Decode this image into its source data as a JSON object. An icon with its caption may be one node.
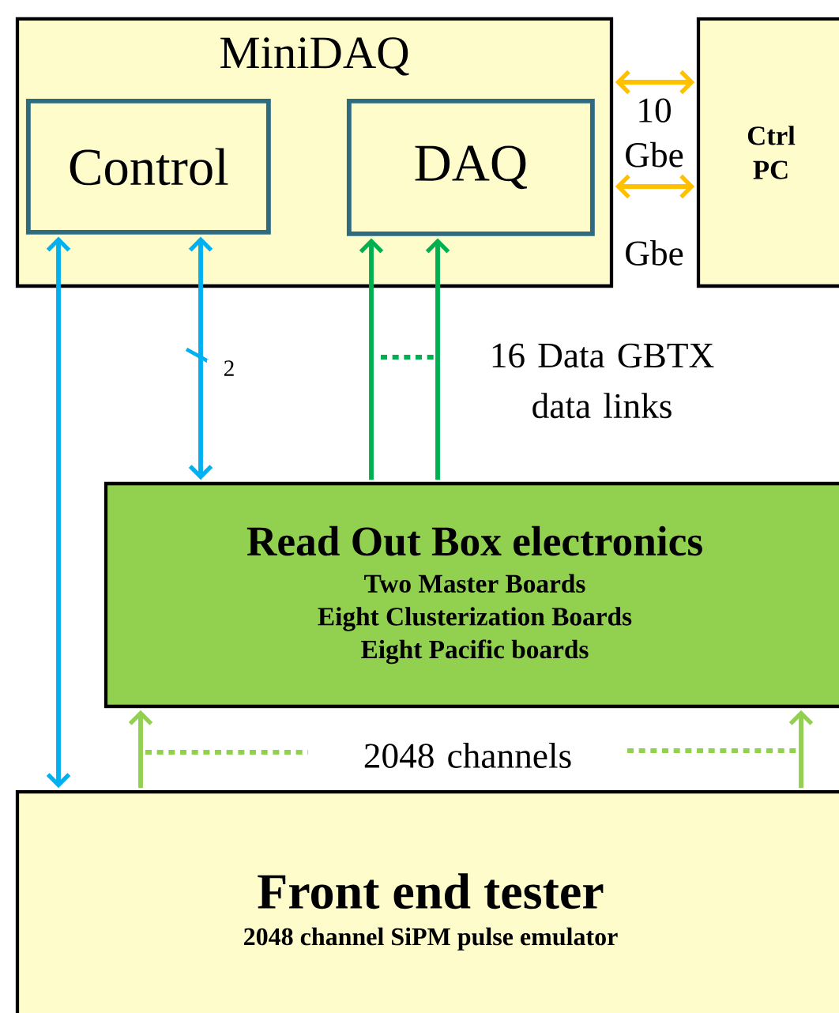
{
  "diagram": {
    "nodes": [
      {
        "text": [
          "MiniDAQ"
        ]
      },
      {
        "text": [
          "Control"
        ],
        "in": 0
      },
      {
        "text": [
          "DAQ"
        ],
        "in": 0
      },
      {
        "text": [
          "Ctrl PC"
        ]
      },
      {
        "text": [
          "Read Out Box electronics",
          "Two Master Boards",
          "Eight Clusterization Boards",
          "Eight Pacific boards"
        ]
      },
      {
        "text": [
          "Front end tester",
          "2048 channel SiPM pulse emulator"
        ]
      }
    ],
    "edges": [
      {
        "from": 0,
        "to": 3,
        "arrow": "both",
        "label": "10 Gbe",
        "color": "#ffc000"
      },
      {
        "from": 0,
        "to": 3,
        "arrow": "both",
        "label": "Gbe",
        "color": "#ffc000"
      },
      {
        "from": 1,
        "to": 5,
        "arrow": "both",
        "color": "#00b0f0"
      },
      {
        "from": 1,
        "to": 4,
        "arrow": "both",
        "label": "2",
        "color": "#00b0f0"
      },
      {
        "from": 4,
        "to": 2,
        "arrow": "to",
        "color": "#00b050"
      },
      {
        "from": 4,
        "to": 2,
        "arrow": "to",
        "color": "#00b050"
      },
      {
        "from": 5,
        "to": 4,
        "arrow": "to",
        "color": "#92d050"
      },
      {
        "from": 5,
        "to": 4,
        "arrow": "to",
        "color": "#92d050"
      }
    ],
    "labels": [
      "16 Data GBTX data links",
      "2048 channels"
    ]
  }
}
